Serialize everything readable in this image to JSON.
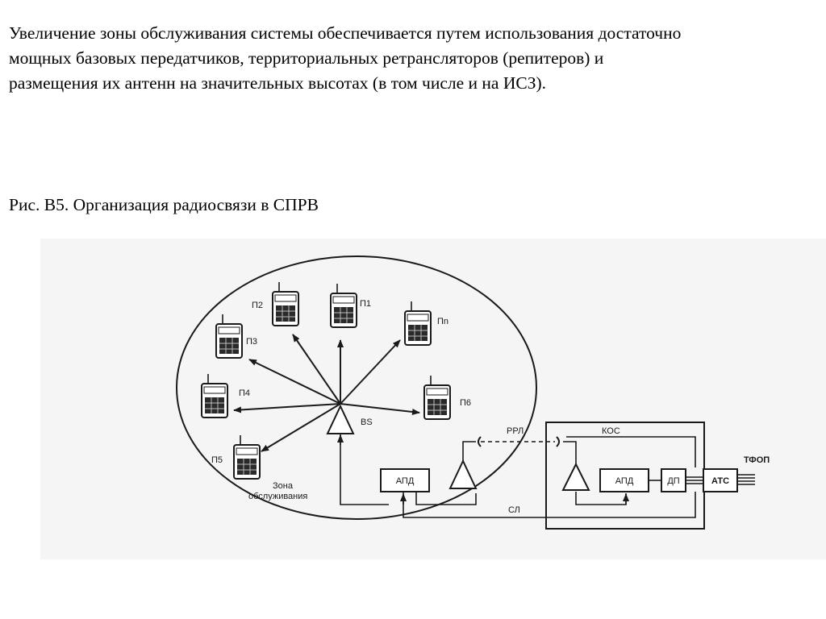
{
  "text": {
    "paragraph_lines": [
      "Увеличение зоны обслуживания системы обеспечивается путем использования достаточно",
      "мощных базовых передатчиков, территориальных ретрансляторов (репитеров) и",
      "размещения их антенн на значительных высотах (в том числе и на ИСЗ)."
    ],
    "caption": "Рис. В5. Организация радиосвязи в СПРВ"
  },
  "diagram": {
    "base_station": "BS",
    "subscribers": [
      "П1",
      "П2",
      "П3",
      "П4",
      "П5",
      "Пn",
      "П6"
    ],
    "zone_label": [
      "Зона",
      "обслуживания"
    ],
    "apd_left": "АПД",
    "apd_right": "АПД",
    "dp": "ДП",
    "ats": "АТС",
    "tfop": "ТФОП",
    "rrl": "РРЛ",
    "kos": "КОС",
    "sl": "СЛ"
  }
}
